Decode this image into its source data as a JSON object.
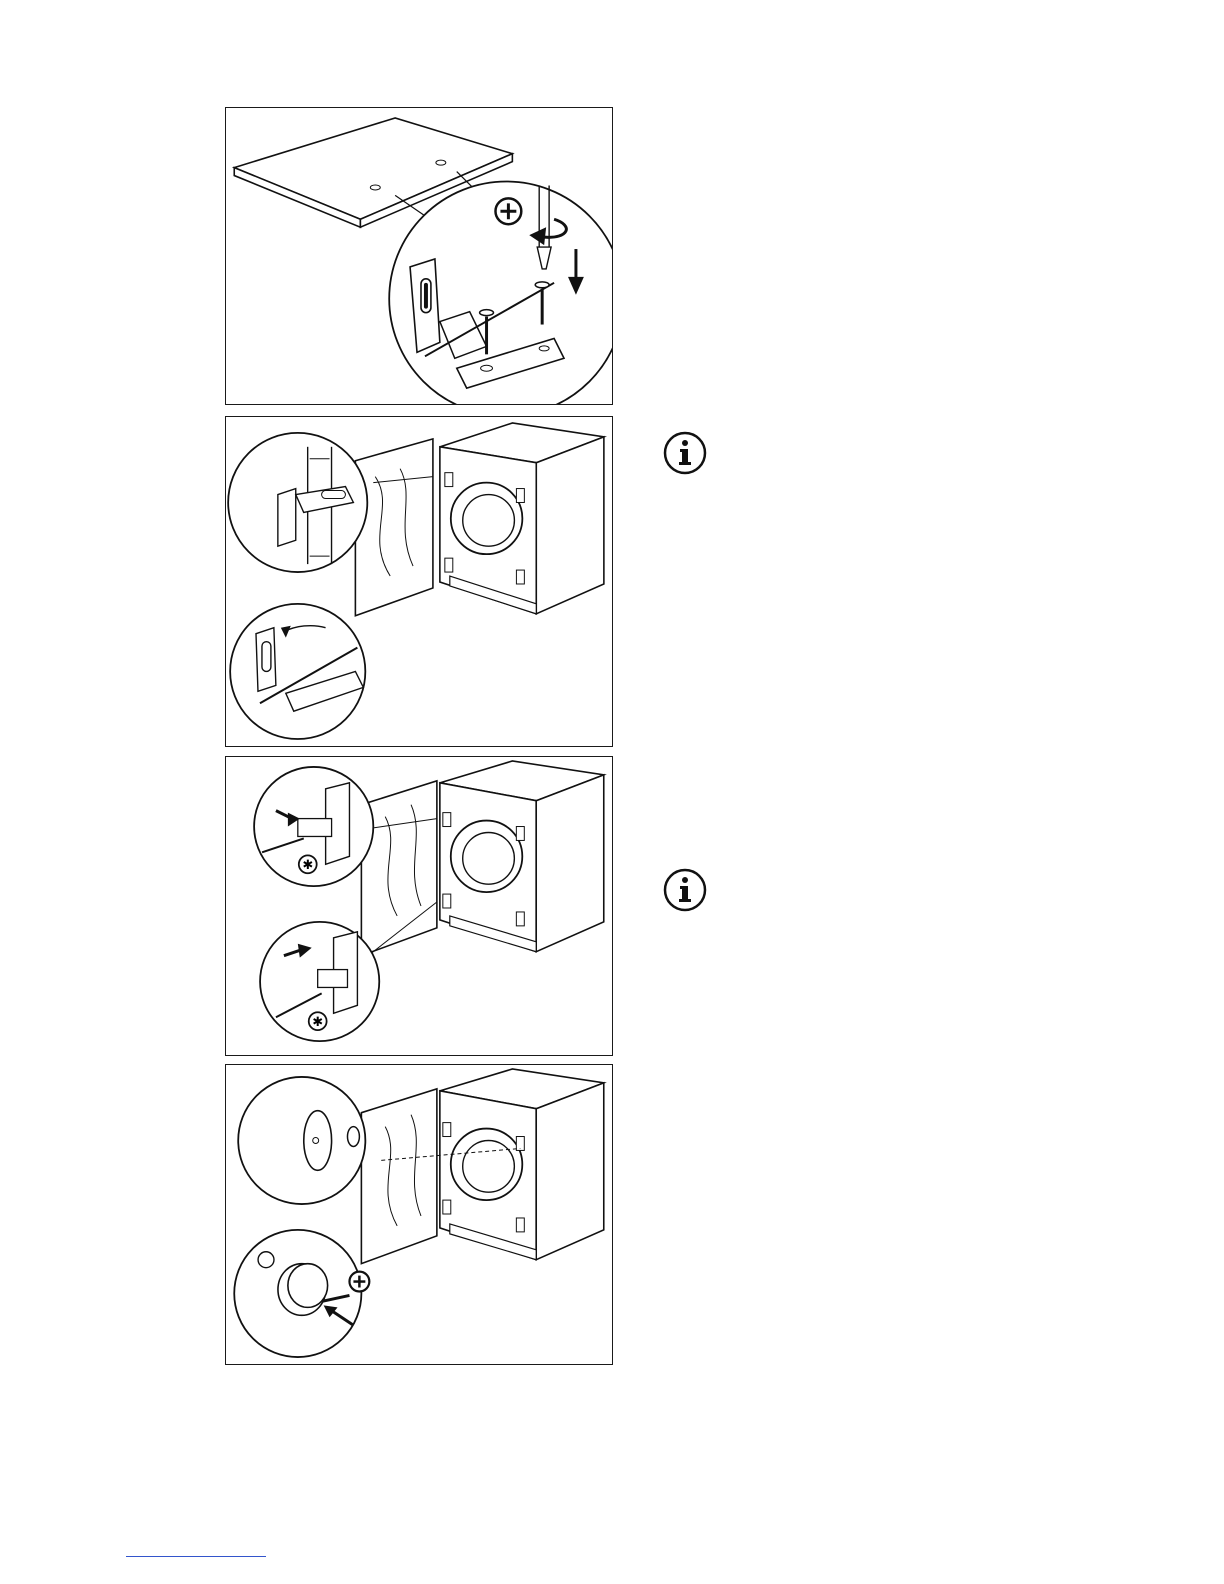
{
  "page": {
    "figures": [
      {
        "id": "figure-1",
        "icons": [
          "phillips-screw-icon",
          "rotate-arrow-icon",
          "down-arrow-icon"
        ]
      },
      {
        "id": "figure-2",
        "icons": [
          "info-icon"
        ]
      },
      {
        "id": "figure-3",
        "icons": [
          "torx-screw-icon",
          "info-icon"
        ]
      },
      {
        "id": "figure-4",
        "icons": [
          "phillips-screw-icon",
          "push-arrow-icon"
        ]
      }
    ],
    "info_icons": [
      "info-icon",
      "info-icon"
    ],
    "footer": {
      "rule_color": "#3355cc"
    }
  }
}
